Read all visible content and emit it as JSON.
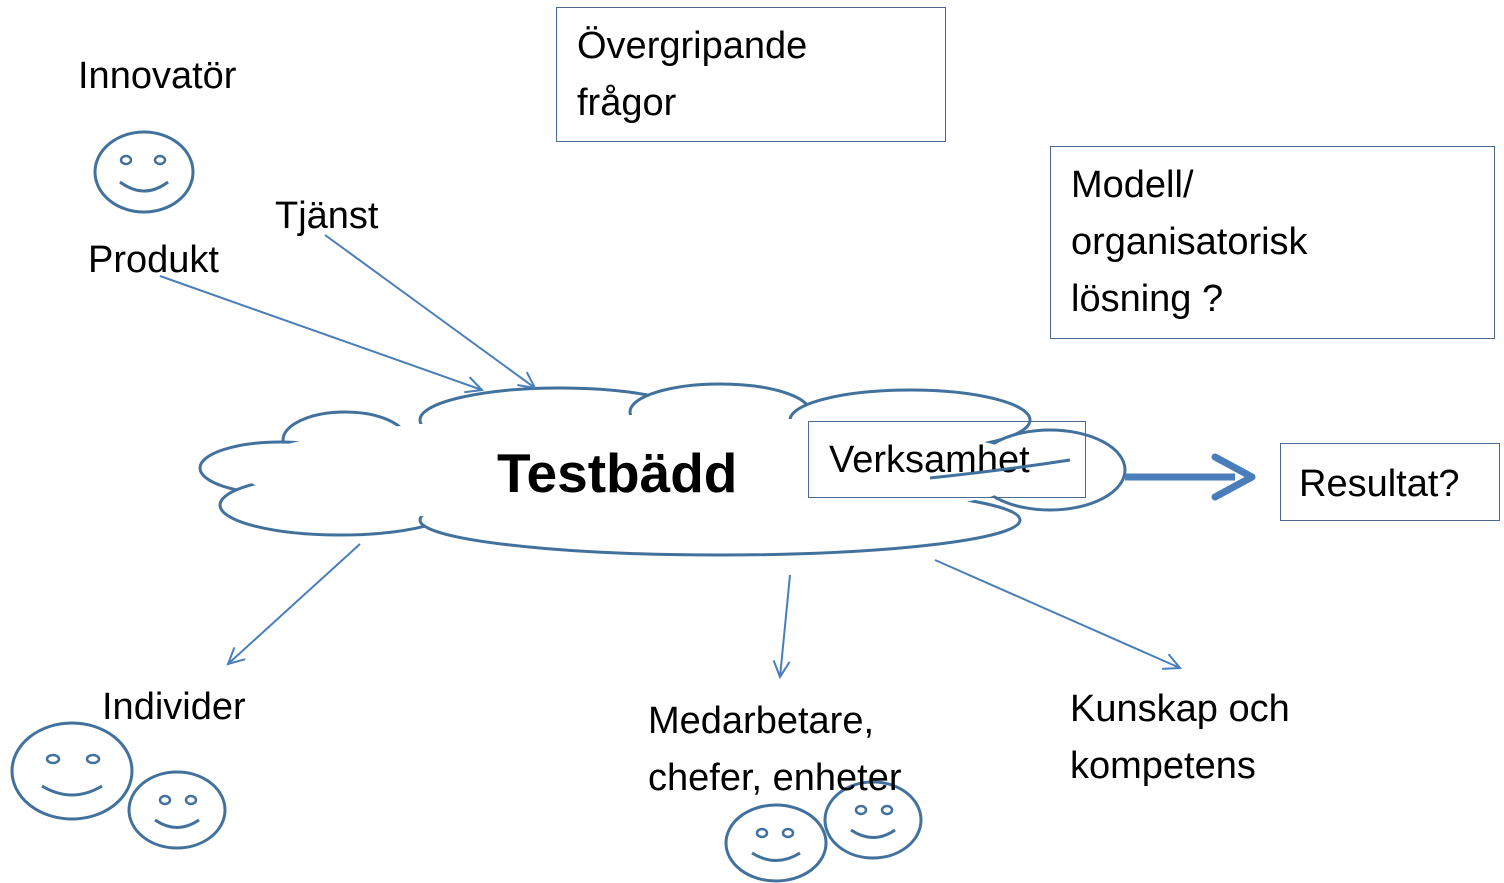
{
  "labels": {
    "innovator": "Innovatör",
    "service": "Tjänst",
    "product": "Produkt",
    "individuals": "Individer",
    "employees_line1": "Medarbetare,",
    "employees_line2": "chefer, enheter",
    "knowledge_line1": "Kunskap och",
    "knowledge_line2": "kompetens"
  },
  "boxes": {
    "overarching_line1": "Övergripande",
    "overarching_line2": "frågor",
    "model_line1": "Modell/",
    "model_line2": "organisatorisk",
    "model_line3": "lösning ?",
    "operations": "Verksamhet",
    "result": "Resultat?"
  },
  "cloud": {
    "title": "Testbädd"
  },
  "colors": {
    "shape_stroke": "#41719c",
    "arrow": "#4a7ebb",
    "box_border": "#4a6a8f"
  },
  "icons": [
    "smiley-icon"
  ]
}
